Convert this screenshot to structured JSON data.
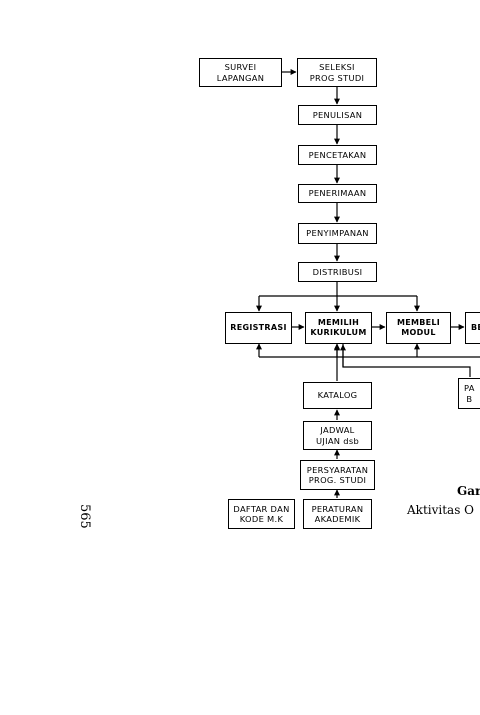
{
  "diagram": {
    "nodes": {
      "survei": "SURVEI\nLAPANGAN",
      "seleksi": "SELEKSI\nPROG STUDI",
      "penulisan": "PENULISAN",
      "pencetakan": "PENCETAKAN",
      "penerimaan": "PENERIMAAN",
      "penyimpanan": "PENYIMPANAN",
      "distribusi": "DISTRIBUSI",
      "registrasi": "REGISTRASI",
      "memilih": "MEMILIH\nKURIKULUM",
      "membeli": "MEMBELI\nMODUL",
      "be": "BE",
      "katalog": "KATALOG",
      "jadwal": "JADWAL\nUJIAN dsb",
      "persyaratan": "PERSYARATAN\nPROG. STUDI",
      "daftar": "DAFTAR DAN\nKODE M.K",
      "peraturan": "PERATURAN\nAKADEMIK",
      "pa": "PA\nB"
    },
    "caption": {
      "line1": "Gar",
      "line2": "Aktivitas O"
    },
    "page_number": "565"
  }
}
